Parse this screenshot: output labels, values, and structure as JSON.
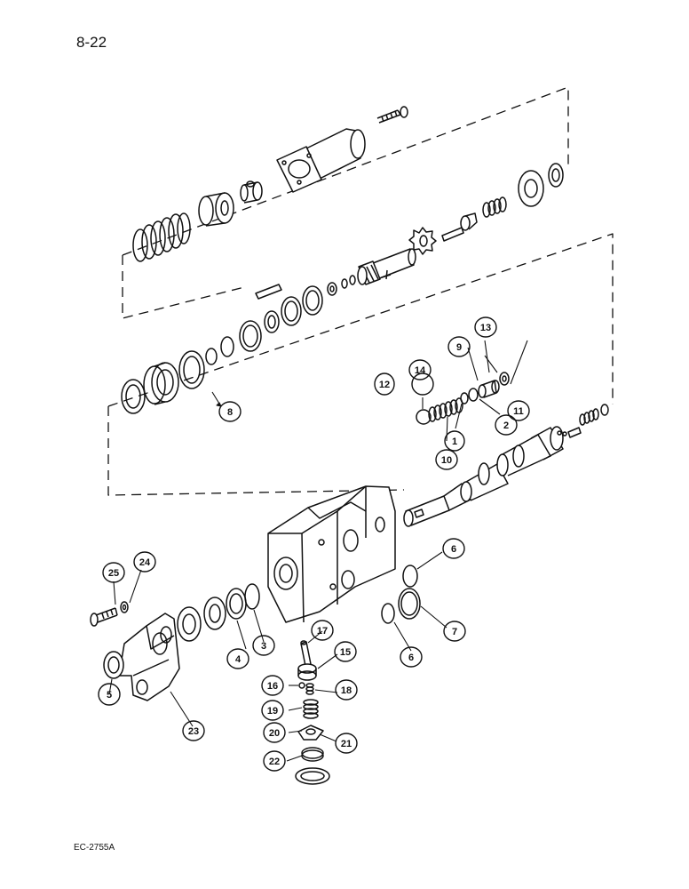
{
  "page_number": "8-22",
  "document_code": "EC-2755A",
  "callouts": [
    {
      "id": "c1",
      "label": "1"
    },
    {
      "id": "c2",
      "label": "2"
    },
    {
      "id": "c3",
      "label": "3"
    },
    {
      "id": "c4",
      "label": "4"
    },
    {
      "id": "c5",
      "label": "5"
    },
    {
      "id": "c6a",
      "label": "6"
    },
    {
      "id": "c6b",
      "label": "6"
    },
    {
      "id": "c7",
      "label": "7"
    },
    {
      "id": "c8",
      "label": "8"
    },
    {
      "id": "c9",
      "label": "9"
    },
    {
      "id": "c10",
      "label": "10"
    },
    {
      "id": "c11",
      "label": "11"
    },
    {
      "id": "c12",
      "label": "12"
    },
    {
      "id": "c13",
      "label": "13"
    },
    {
      "id": "c14",
      "label": "14"
    },
    {
      "id": "c15",
      "label": "15"
    },
    {
      "id": "c16",
      "label": "16"
    },
    {
      "id": "c17",
      "label": "17"
    },
    {
      "id": "c18",
      "label": "18"
    },
    {
      "id": "c19",
      "label": "19"
    },
    {
      "id": "c20",
      "label": "20"
    },
    {
      "id": "c21",
      "label": "21"
    },
    {
      "id": "c22",
      "label": "22"
    },
    {
      "id": "c23",
      "label": "23"
    },
    {
      "id": "c24",
      "label": "24"
    },
    {
      "id": "c25",
      "label": "25"
    }
  ]
}
